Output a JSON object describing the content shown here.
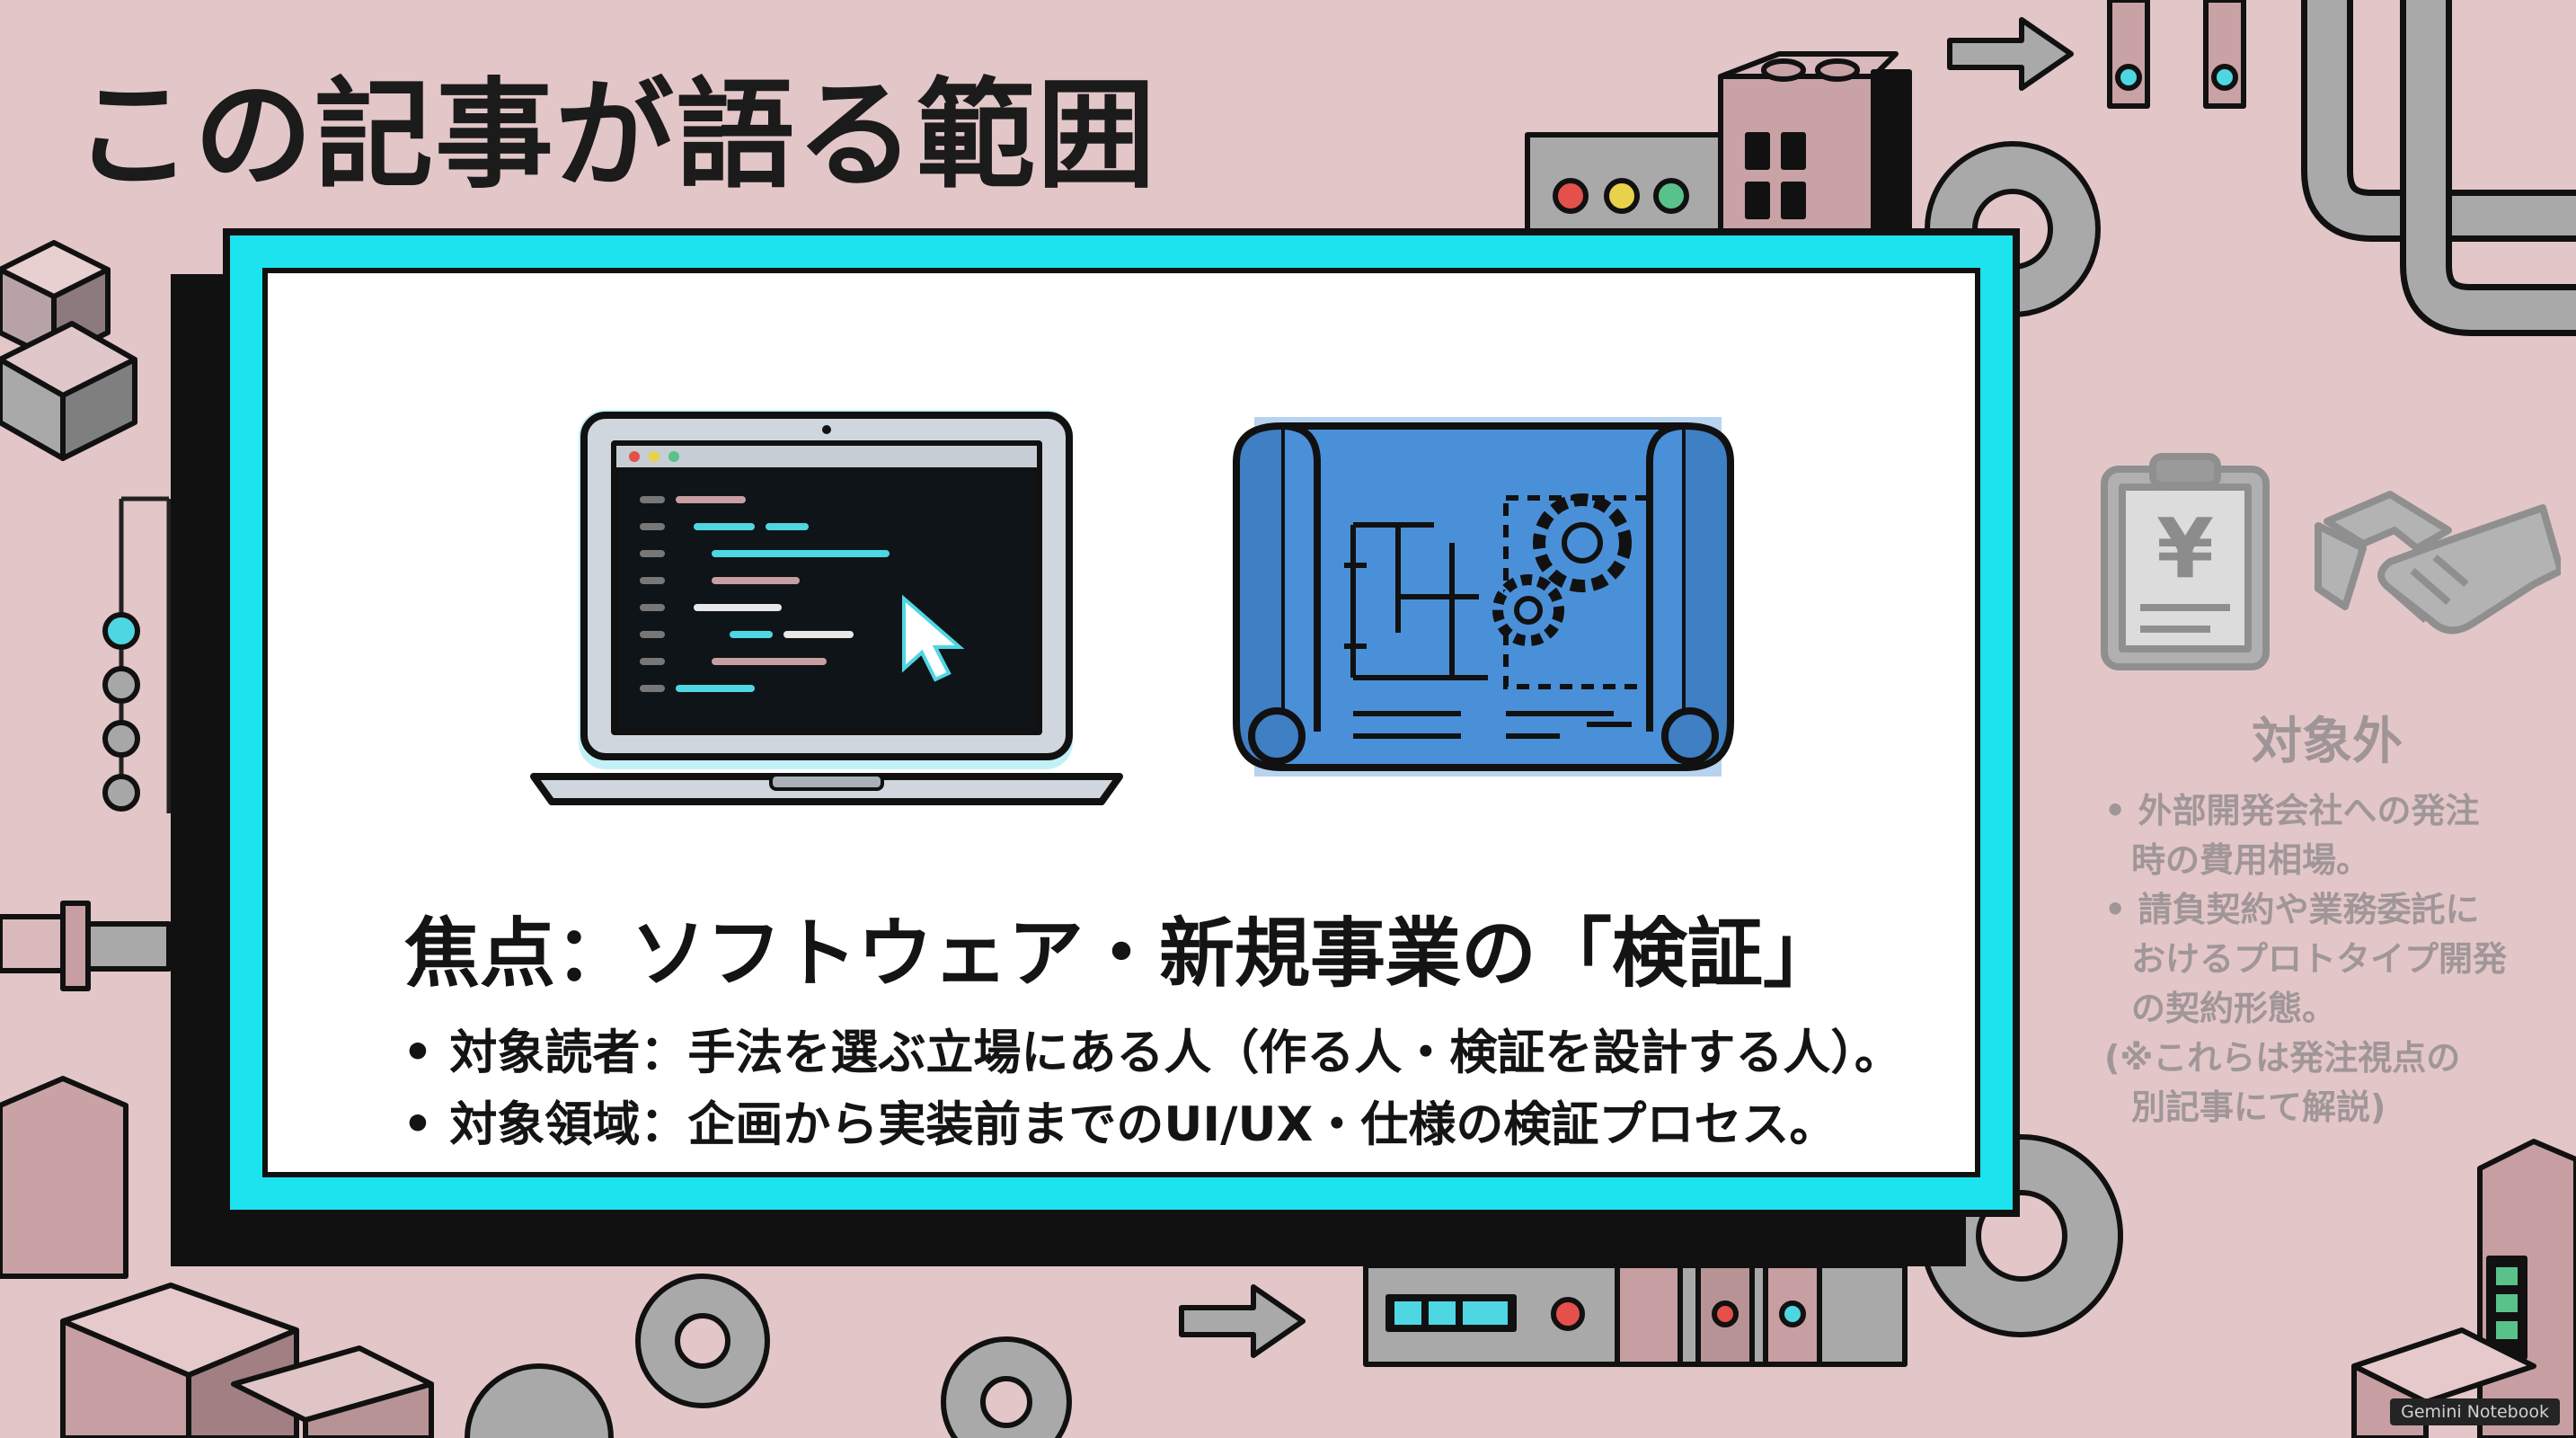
{
  "title": "この記事が語る範囲",
  "scope": {
    "focus": "焦点：ソフトウェア・新規事業の「検証」",
    "bullets": [
      "対象読者：手法を選ぶ立場にある人（作る人・検証を設計する人）。",
      "対象領域：企画から実装前までのUI/UX・仕様の検証プロセス。"
    ]
  },
  "out_of_scope": {
    "heading": "対象外",
    "lines": [
      "外部開発会社への発注",
      "時の費用相場。",
      "請負契約や業務委託に",
      "おけるプロトタイプ開発",
      "の契約形態。",
      "(※これらは発注視点の",
      "別記事にて解説)"
    ]
  },
  "badge": "Gemini Notebook",
  "colors": {
    "background": "#e3c6c8",
    "accent_cyan": "#1de3ef",
    "blueprint_blue": "#4a90d9",
    "ink": "#141414",
    "muted": "#a09698"
  },
  "icons": [
    "laptop-code-icon",
    "blueprint-icon",
    "cursor-icon",
    "gear-icon",
    "yen-clipboard-icon",
    "handshake-icon",
    "arrow-icon"
  ]
}
